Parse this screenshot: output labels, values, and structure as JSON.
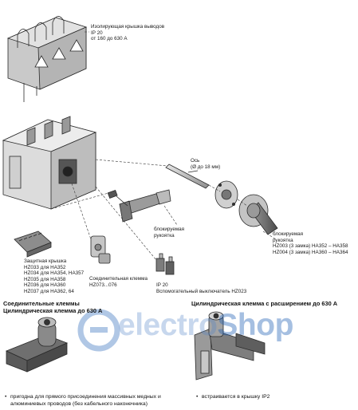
{
  "labels": {
    "terminal_cover": [
      "Изолирующая крышка выводов",
      "IP 20",
      "от 160 до 630 А"
    ],
    "shaft": [
      "Ось",
      "(Ø до 18 мм)"
    ],
    "handle_locking": [
      "блокируемая",
      "рукоятка"
    ],
    "handle_locking_codes": [
      "блокируемая",
      "рукоятка",
      "HZ003 (3 замка) HA352 – HA358",
      "HZ004 (3 замка) HA360 – HA364"
    ],
    "protective_cover": [
      "Защитная крышка",
      "HZ033 для HA352",
      "HZ034 для HA354, HA357",
      "HZ035 для HA358",
      "HZ036 для HA360",
      "HZ037 для HA362, 64"
    ],
    "connection_clamp": [
      "Соединительная клемма",
      "HZ073...076"
    ],
    "ip20_aux": [
      "IP 20",
      "Вспомогательный выключатель HZ023"
    ]
  },
  "sections": {
    "left_title": [
      "Соединительные клеммы",
      "Цилиндрическая клемма до 630 А"
    ],
    "right_title": "Цилиндрическая клемма с расширением до 630 А",
    "left_note": [
      "пригодна для прямого присоединения массивных медных и",
      "алюминиевых проводов (без кабельного наконечника)"
    ],
    "right_note": "встраивается в крышку IP2"
  },
  "watermark": {
    "part1": "electro",
    "part2": "Shop"
  },
  "colors": {
    "line": "#2a2a2a",
    "part_light": "#d4d4d4",
    "part_mid": "#a8a8a8",
    "part_dark": "#6e6e6e",
    "watermark": "#3a78c4"
  },
  "icons": [
    "warning-triangle-icon",
    "bullet-icon"
  ]
}
